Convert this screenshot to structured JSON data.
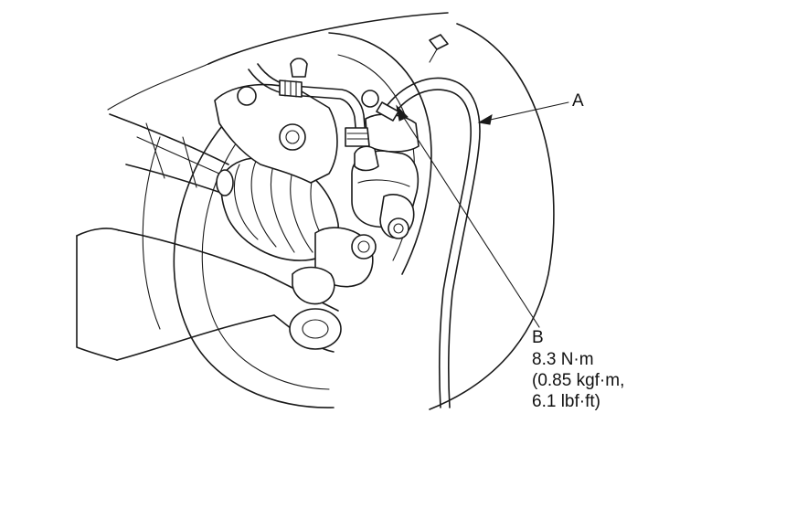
{
  "labels": {
    "a": "A",
    "b": "B",
    "b_torque_line1": "8.3 N·m",
    "b_torque_line2": "(0.85 kgf·m,",
    "b_torque_line3": "6.1 lbf·ft)"
  },
  "colors": {
    "line": "#1a1a1a",
    "background": "#ffffff"
  }
}
